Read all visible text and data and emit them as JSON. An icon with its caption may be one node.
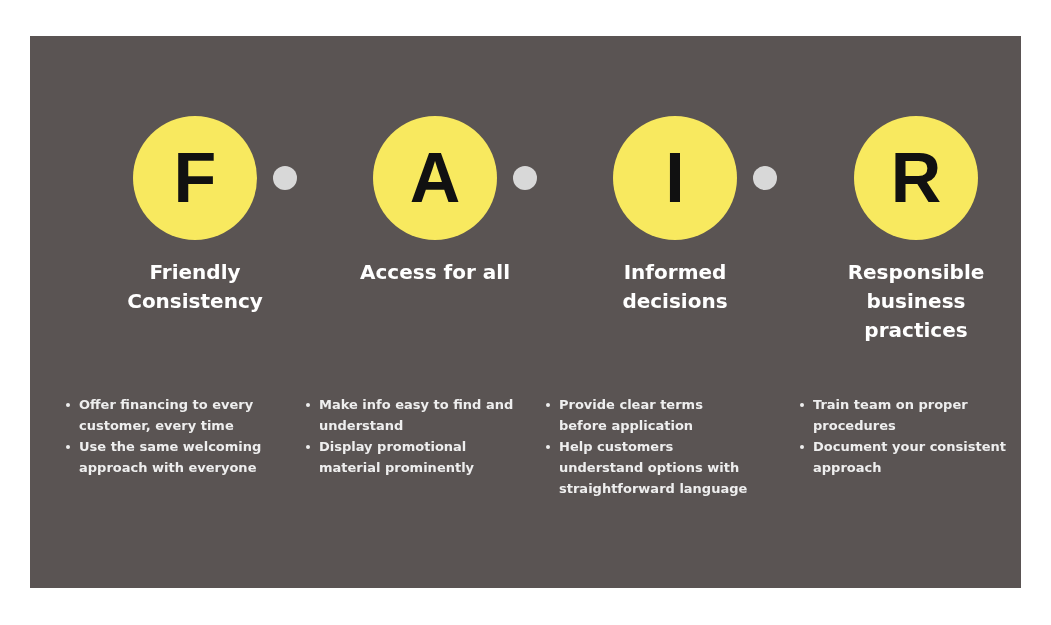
{
  "diagram": {
    "nodes": [
      {
        "text": [
          "F",
          "Friendly Consistency"
        ],
        "beside": [
          "Offer financing to every customer, every time",
          "Use the same welcoming approach with everyone"
        ]
      },
      {
        "text": [
          "A",
          "Access for all"
        ],
        "beside": [
          "Make info easy to find and understand",
          "Display promotional material prominently"
        ]
      },
      {
        "text": [
          "I",
          "Informed decisions"
        ],
        "beside": [
          "Provide clear terms before application",
          "Help customers understand options with straightforward language"
        ]
      },
      {
        "text": [
          "R",
          "Responsible business practices"
        ],
        "beside": [
          "Train team on proper procedures",
          "Document your consistent approach"
        ]
      }
    ],
    "edges": []
  }
}
